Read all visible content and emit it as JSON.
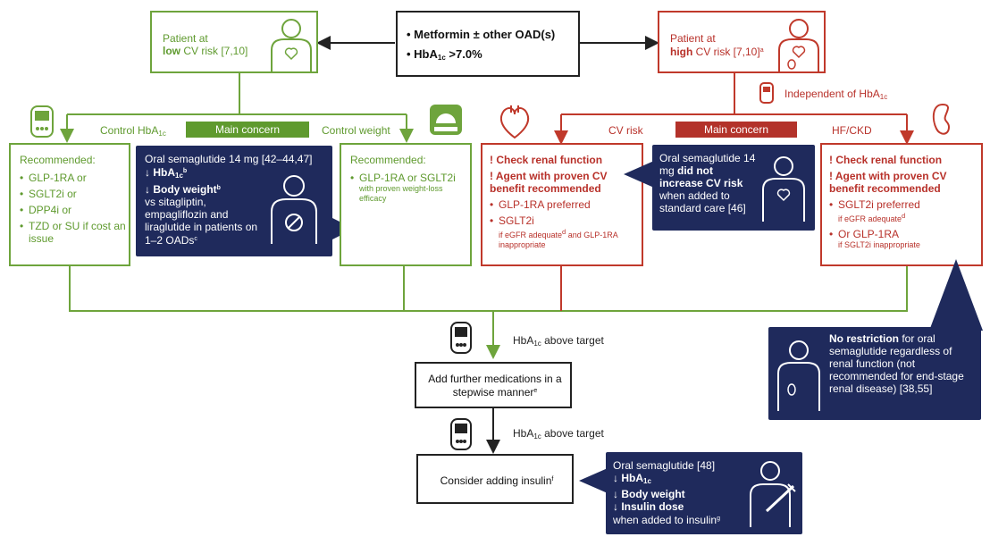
{
  "colors": {
    "green": "#6ea43c",
    "red": "#c0392b",
    "navy": "#1f2a5c",
    "concern_green": "#5f9a2e",
    "concern_red": "#b3322a"
  },
  "top": {
    "line1": "Metformin ± other OAD(s)",
    "line2_a": "HbA",
    "line2_sub": "1c",
    "line2_b": " >7.0%"
  },
  "low_risk": {
    "line1": "Patient at",
    "bold": "low",
    "rest": " CV risk [7,10]"
  },
  "high_risk": {
    "line1": "Patient at",
    "bold": "high",
    "rest": " CV risk [7,10]",
    "sup": "a"
  },
  "independent": {
    "text": "Independent of HbA",
    "sub": "1c"
  },
  "left_branch": {
    "control_hba": "Control HbA",
    "control_sub": "1c",
    "concern": "Main concern",
    "control_weight": "Control weight"
  },
  "right_branch": {
    "cv_risk": "CV risk",
    "concern": "Main concern",
    "hf_ckd": "HF/CKD"
  },
  "recommended_left": {
    "title": "Recommended:",
    "items": [
      "GLP-1RA or",
      "SGLT2i or",
      "DPP4i or",
      "TZD or SU if cost an issue"
    ]
  },
  "navy_left": {
    "title": "Oral semaglutide 14 mg [42–44,47]",
    "hba": "↓ HbA",
    "hba_sub": "1c",
    "hba_sup": "b",
    "bw": "↓ Body weight",
    "bw_sup": "b",
    "rest": "vs sitagliptin, empagliflozin and liraglutide in patients on 1–2 OADs",
    "rest_sup": "c"
  },
  "recommended_mid": {
    "title": "Recommended:",
    "item": "GLP-1RA or SGLT2i",
    "note": "with proven weight-loss efficacy"
  },
  "cv_box": {
    "check": "! Check renal function",
    "agent": "! Agent with proven CV benefit recommended",
    "glp": "GLP-1RA preferred",
    "sglt": "SGLT2i",
    "note": "if eGFR adequate",
    "note_sup": "d",
    "note2": " and GLP-1RA inappropriate"
  },
  "navy_mid": {
    "line": "Oral semaglutide 14 mg",
    "bold": "did not increase CV risk",
    "rest": "when added to standard care [46]"
  },
  "hf_box": {
    "check": "! Check renal function",
    "agent": "! Agent with proven CV benefit recommended",
    "sglt": "SGLT2i preferred",
    "note": "if eGFR adequate",
    "note_sup": "d",
    "glp": "Or GLP-1RA",
    "note2": "if SGLT2i inappropriate"
  },
  "navy_right": {
    "bold": "No restriction",
    "rest": " for oral semaglutide regardless of renal function (not recommended for end-stage renal disease) [38,55]"
  },
  "above1": {
    "a": "HbA",
    "sub": "1c",
    "b": " above target"
  },
  "above2": {
    "a": "HbA",
    "sub": "1c",
    "b": " above target"
  },
  "further": {
    "text": "Add further medications in a stepwise manner",
    "sup": "e"
  },
  "insulin": {
    "text": "Consider adding insulin",
    "sup": "f"
  },
  "navy_bottom": {
    "title": "Oral semaglutide [48]",
    "hba": "↓ HbA",
    "hba_sub": "1c",
    "bw": "↓ Body weight",
    "dose": "↓ Insulin dose",
    "rest": "when added to insulin",
    "rest_sup": "g"
  }
}
